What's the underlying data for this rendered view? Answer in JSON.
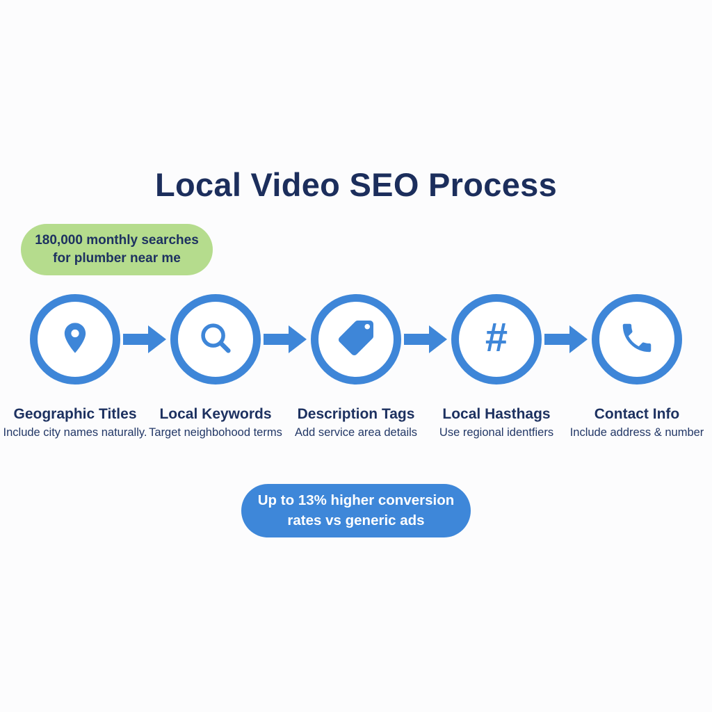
{
  "title": "Local Video SEO Process",
  "colors": {
    "accent_blue": "#3E86D8",
    "navy_text": "#1D3160",
    "title_navy": "#1C2E5C",
    "badge_green": "#B5DC8D",
    "pill_blue": "#3E87D9",
    "background": "#FCFCFD"
  },
  "top_badge": {
    "line1": "180,000 monthly searches",
    "line2": "for plumber near me"
  },
  "steps": [
    {
      "icon": "location-pin-icon",
      "title": "Geographic Titles",
      "subtitle": "Include city names naturally."
    },
    {
      "icon": "search-icon",
      "title": "Local Keywords",
      "subtitle": "Target neighbohood terms"
    },
    {
      "icon": "tag-icon",
      "title": "Description Tags",
      "subtitle": "Add service area details"
    },
    {
      "icon": "hashtag-icon",
      "title": "Local Hasthags",
      "subtitle": "Use regional identfiers",
      "glyph": "#"
    },
    {
      "icon": "phone-icon",
      "title": "Contact Info",
      "subtitle": "Include address & number"
    }
  ],
  "bottom_badge": {
    "line1": "Up to 13% higher conversion",
    "line2": "rates vs generic ads"
  }
}
